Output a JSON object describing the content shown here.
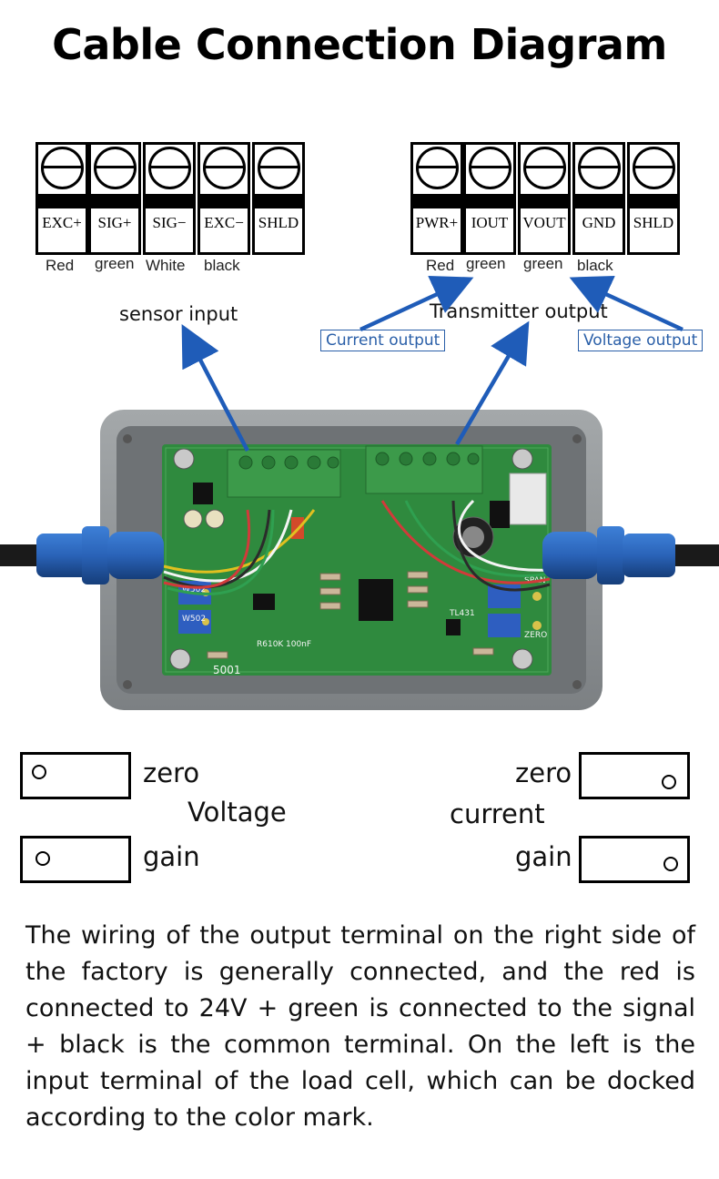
{
  "title": "Cable Connection Diagram",
  "left_terminal": {
    "labels": [
      "EXC+",
      "SIG+",
      "SIG−",
      "EXC−",
      "SHLD"
    ],
    "wires": [
      "Red",
      "green",
      "White",
      "black"
    ]
  },
  "right_terminal": {
    "labels": [
      "PWR+",
      "IOUT",
      "VOUT",
      "GND",
      "SHLD"
    ],
    "wires": [
      "Red",
      "green",
      "green",
      "black"
    ]
  },
  "annotations": {
    "sensor_input": "sensor input",
    "transmitter_output": "Transmitter output",
    "current_output": "Current output",
    "voltage_output": "Voltage output"
  },
  "board": {
    "silkscreen": [
      "W502",
      "W502",
      "5001",
      "R610K",
      "100nF",
      "TL431",
      "SPAN",
      "ZERO"
    ]
  },
  "pots": {
    "zero_left": "zero",
    "voltage": "Voltage",
    "gain_left": "gain",
    "zero_right": "zero",
    "current": "current",
    "gain_right": "gain"
  },
  "description": "The wiring of the output terminal on the right side of the factory is generally connected, and the red is connected to 24V + green is connected to the signal + black is the common terminal. On the left is the input terminal of the load cell, which can be docked according to the color mark.",
  "colors": {
    "arrow": "#1f5cb8",
    "enclosure": "#8a8e90",
    "pcb": "#2f8a3e",
    "terminal_block": "#3c9a4a",
    "gland": "#2a63b8"
  }
}
